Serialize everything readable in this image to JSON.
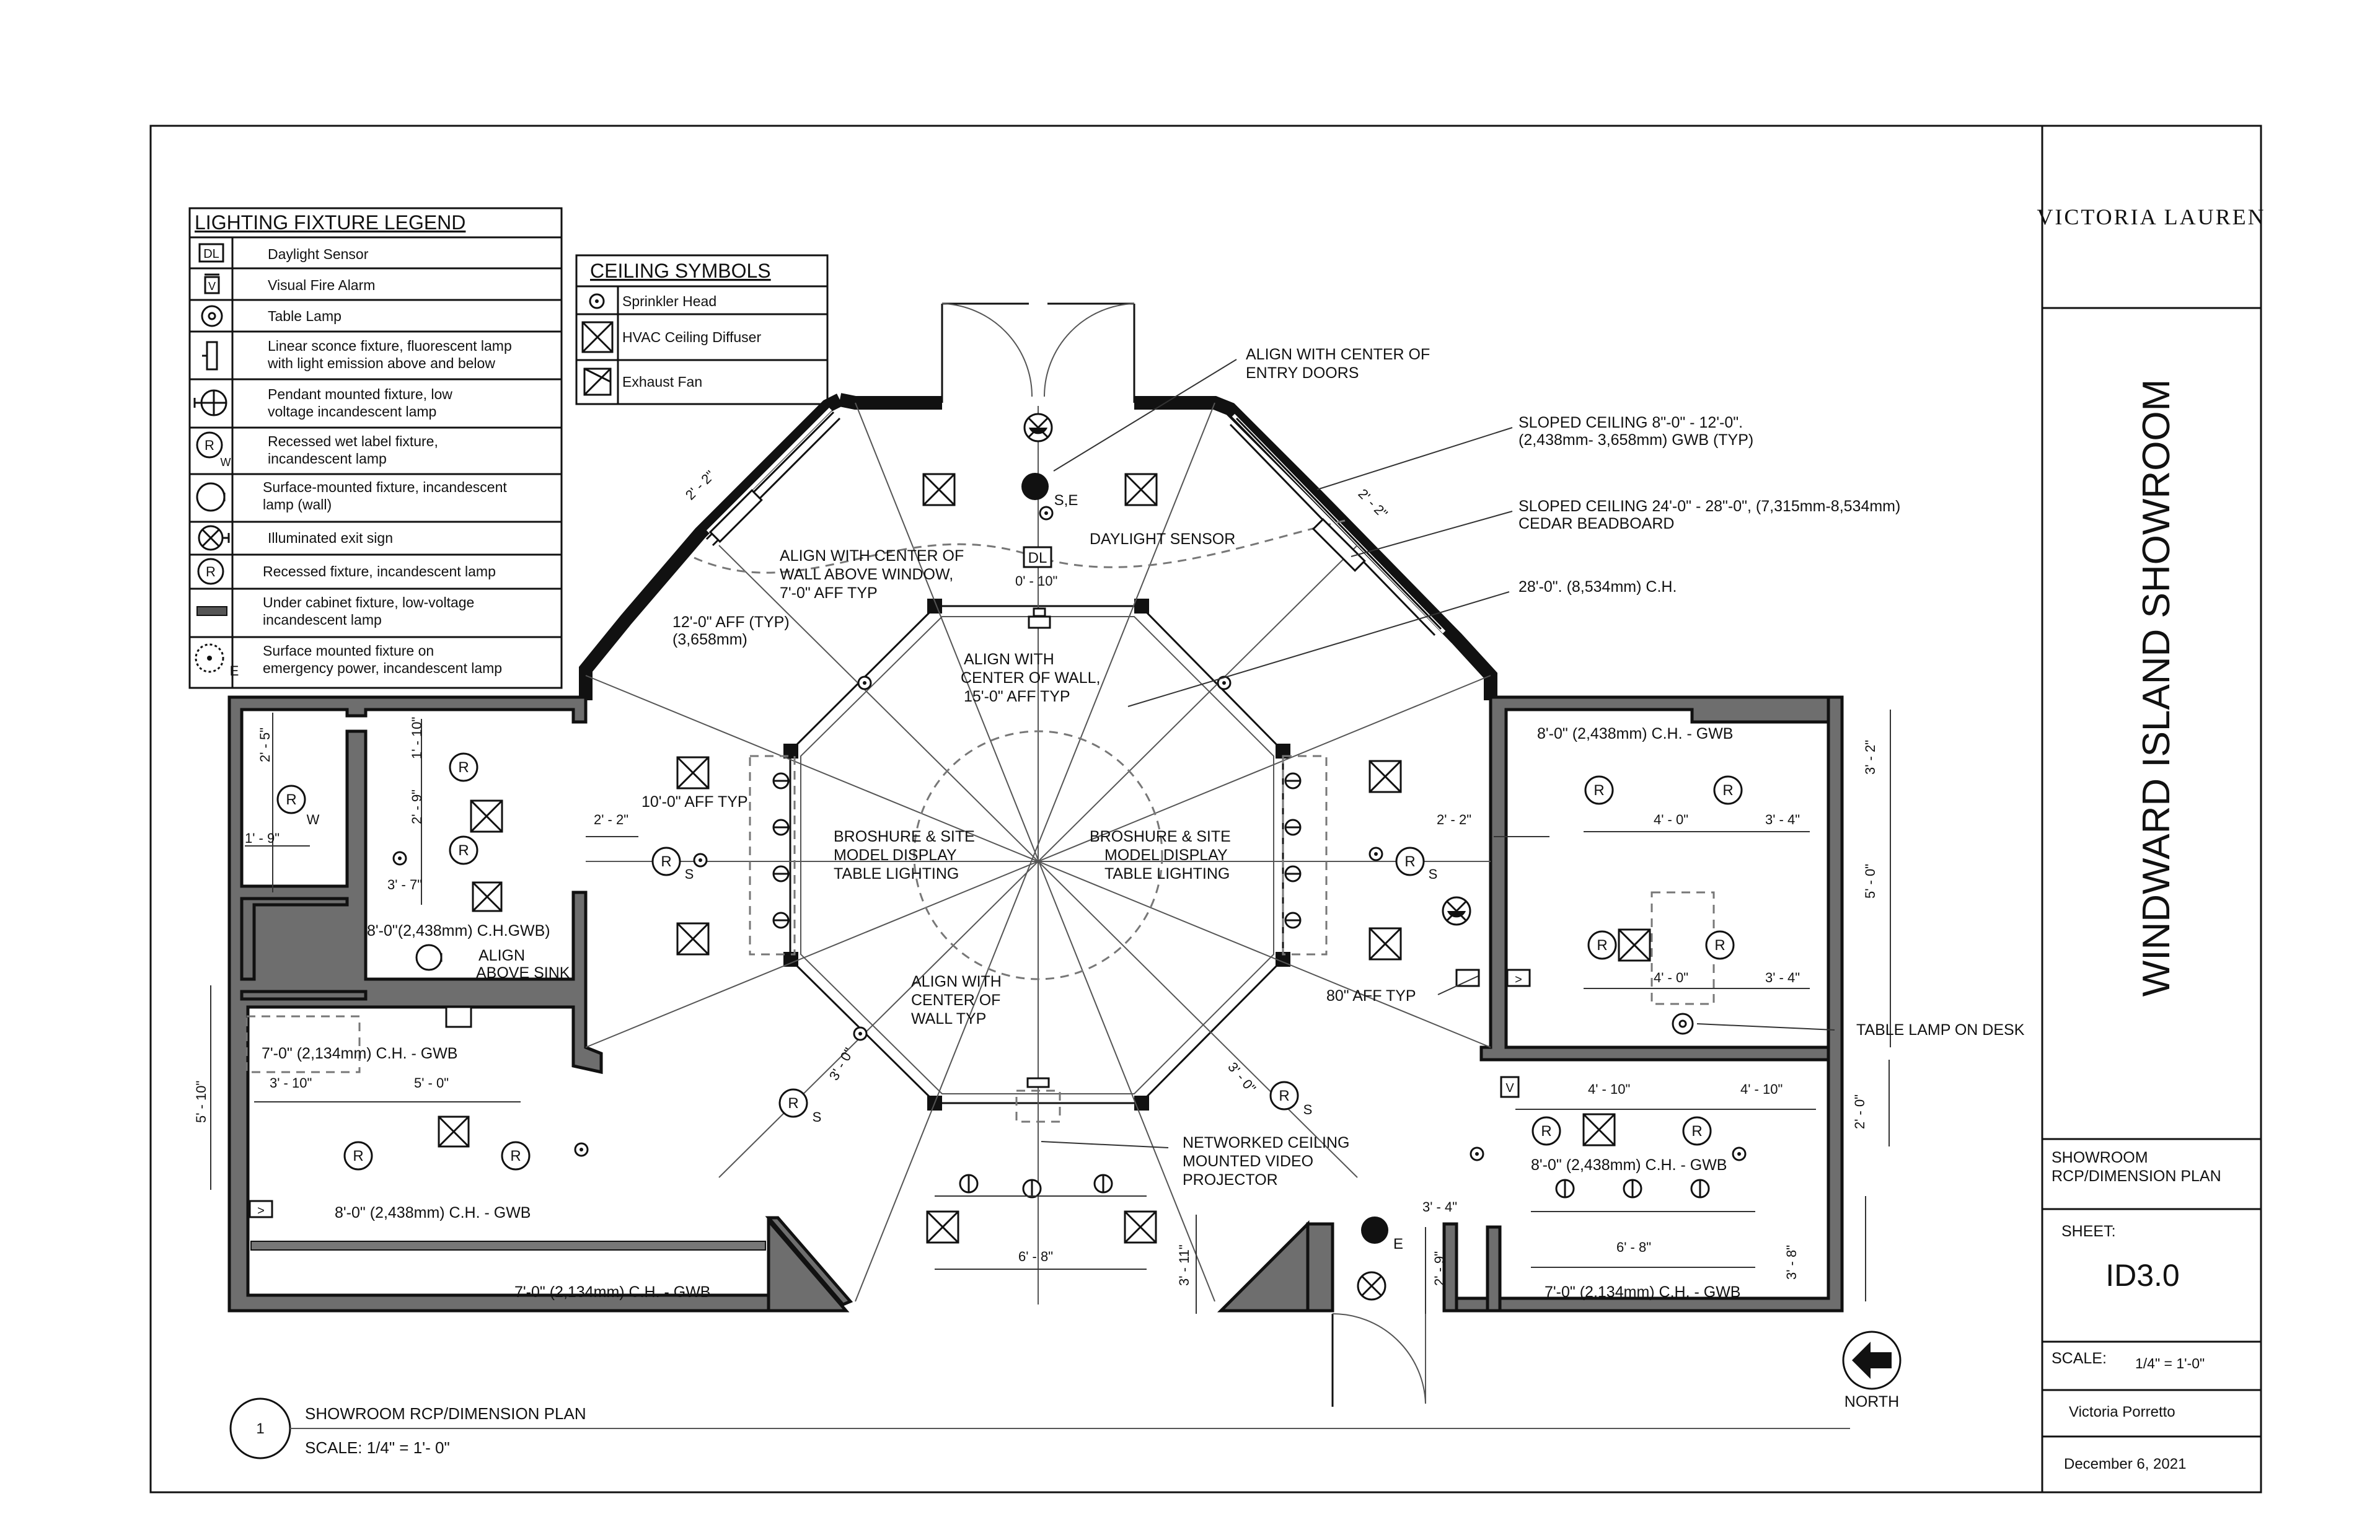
{
  "titleblock": {
    "firm": "VICTORIA LAUREN",
    "project": "WINDWARD ISLAND SHOWROOM",
    "drawing_title_1": "SHOWROOM",
    "drawing_title_2": "RCP/DIMENSION PLAN",
    "sheet_label": "SHEET:",
    "sheet_number": "ID3.0",
    "scale_label": "SCALE:",
    "scale_value": "1/4\" = 1'-0\"",
    "designer": "Victoria Porretto",
    "date": "December 6, 2021"
  },
  "lighting_legend": {
    "title": "LIGHTING FIXTURE LEGEND",
    "items": [
      {
        "code": "DL",
        "l1": "Daylight Sensor",
        "l2": ""
      },
      {
        "code": "V",
        "l1": "Visual Fire Alarm",
        "l2": ""
      },
      {
        "code": "",
        "l1": "Table Lamp",
        "l2": ""
      },
      {
        "code": "",
        "l1": "Linear sconce fixture, fluorescent lamp",
        "l2": "with light emission above and below"
      },
      {
        "code": "",
        "l1": "Pendant mounted fixture, low",
        "l2": "voltage incandescent lamp"
      },
      {
        "code": "R",
        "l1": "Recessed wet label fixture,",
        "l2": "incandescent lamp"
      },
      {
        "code": "",
        "l1": "Surface-mounted fixture, incandescent",
        "l2": "lamp (wall)"
      },
      {
        "code": "",
        "l1": "Illuminated exit sign",
        "l2": ""
      },
      {
        "code": "R",
        "l1": "Recessed fixture, incandescent lamp",
        "l2": ""
      },
      {
        "code": "",
        "l1": "Under cabinet fixture, low-voltage",
        "l2": "incandescent lamp"
      },
      {
        "code": "E",
        "l1": "Surface mounted fixture on",
        "l2": "emergency power, incandescent lamp"
      }
    ]
  },
  "ceiling_symbols": {
    "title": "CEILING SYMBOLS",
    "items": [
      "Sprinkler Head",
      "HVAC Ceiling Diffuser",
      "Exhaust Fan"
    ]
  },
  "notes": {
    "align_entry_1": "ALIGN WITH CENTER OF",
    "align_entry_2": "ENTRY DOORS",
    "sloped_gwb_1": "SLOPED CEILING 8\"-0\" - 12'-0\".",
    "sloped_gwb_2": "(2,438mm- 3,658mm) GWB (TYP)",
    "sloped_cedar_1": "SLOPED CEILING 24'-0\" - 28\"-0\", (7,315mm-8,534mm)",
    "sloped_cedar_2": "CEDAR BEADBOARD",
    "ch_28": "28'-0\". (8,534mm) C.H.",
    "daylight_sensor": "DAYLIGHT SENSOR",
    "align_window_1": "ALIGN WITH CENTER OF",
    "align_window_2": "WALL ABOVE WINDOW,",
    "align_window_3": "7'-0\" AFF TYP",
    "aff_12_1": "12'-0\" AFF (TYP)",
    "aff_12_2": "(3,658mm)",
    "align_wall15_1": "ALIGN WITH",
    "align_wall15_2": "CENTER OF WALL,",
    "align_wall15_3": "15'-0\" AFF TYP",
    "aff_10": "10'-0\" AFF TYP",
    "broshure_l_1": "BROSHURE & SITE",
    "broshure_l_2": "MODEL DISPLAY",
    "broshure_l_3": "TABLE LIGHTING",
    "broshure_r_1": "BROSHURE & SITE",
    "broshure_r_2": "MODEL DISPLAY",
    "broshure_r_3": "TABLE LIGHTING",
    "align_wall_typ_1": "ALIGN WITH",
    "align_wall_typ_2": "CENTER OF",
    "align_wall_typ_3": "WALL TYP",
    "aff_80": "80\" AFF TYP",
    "projector_1": "NETWORKED CEILING",
    "projector_2": "MOUNTED VIDEO",
    "projector_3": "PROJECTOR",
    "table_lamp": "TABLE LAMP ON DESK",
    "align_sink_1": "ALIGN",
    "align_sink_2": "ABOVE SINK",
    "ch_8_gwb_a": "8'-0\"(2,438mm) C.H.GWB)",
    "ch_7_a": "7'-0\"  (2,134mm)  C.H. - GWB",
    "ch_8_b": "8'-0\"  (2,438mm)  C.H. - GWB",
    "ch_7_b": "7'-0\"  (2,134mm)  C.H. - GWB",
    "ch_8_c": "8'-0\"  (2,438mm)  C.H. - GWB",
    "ch_8_d": "8'-0\"  (2,438mm)   C.H. - GWB",
    "ch_7_c": "7'-0\"  (2,134mm)  C.H. - GWB",
    "north": "NORTH"
  },
  "dimensions": {
    "d_2_2_nw": "2' - 2\"",
    "d_2_2_ne": "2' - 2\"",
    "d_0_10": "0' - 10\"",
    "d_2_5": "2' - 5\"",
    "d_1_9": "1' - 9\"",
    "d_1_10": "1' - 10\"",
    "d_2_9_a": "2' - 9\"",
    "d_3_7": "3' - 7\"",
    "d_2_2_w": "2' - 2\"",
    "d_2_2_e": "2' - 2\"",
    "d_5_10": "5' - 10\"",
    "d_3_10": "3' - 10\"",
    "d_5_0_a": "5' - 0\"",
    "d_3_0_sw": "3' - 0\"",
    "d_3_0_se": "3' - 0\"",
    "d_6_8_a": "6' - 8\"",
    "d_3_11": "3' - 11\"",
    "d_2_9_b": "2' - 9\"",
    "d_3_4_a": "3' - 4\"",
    "d_6_8_b": "6' - 8\"",
    "d_3_8": "3' - 8\"",
    "d_4_0_a": "4' - 0\"",
    "d_3_4_b": "3' - 4\"",
    "d_3_2": "3' - 2\"",
    "d_5_0_b": "5' - 0\"",
    "d_4_0_b": "4' - 0\"",
    "d_3_4_c": "3' - 4\"",
    "d_4_10_a": "4' - 10\"",
    "d_4_10_b": "4' - 10\"",
    "d_2_0": "2' - 0\""
  },
  "symbols": {
    "recessed": "R",
    "wet": "W",
    "sprinkler_tag": "S",
    "se_tag": "S,E",
    "emergency": "E",
    "daylight": "DL",
    "alarm": "V"
  },
  "drawing_tag": {
    "number": "1",
    "title": "SHOWROOM RCP/DIMENSION PLAN",
    "scale": "SCALE: 1/4\" = 1'- 0\""
  }
}
